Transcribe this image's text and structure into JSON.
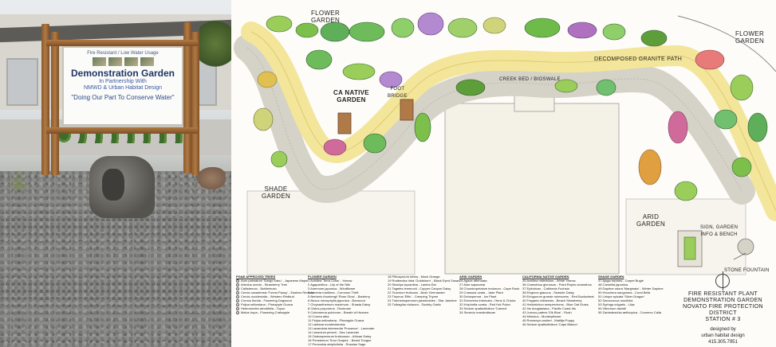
{
  "photo": {
    "sign": {
      "line1": "Fire Resistant / Low Water Usage",
      "title": "Demonstration Garden",
      "line3": "In Partnership With",
      "line4": "NMWD & Urban Habitat Design",
      "slogan": "\"Doing Our Part To Conserve Water\""
    }
  },
  "plan": {
    "labels": {
      "flower_garden_top": "FLOWER\nGARDEN",
      "flower_garden_right": "FLOWER\nGARDEN",
      "decomposed_granite": "DECOMPOSED GRANITE PATH",
      "creek_bed": "CREEK BED / BIOSWALE",
      "ca_native": "CA NATIVE\nGARDEN",
      "foot_bridge": "FOOT\nBRIDGE",
      "shade_garden": "SHADE\nGARDEN",
      "arid_garden": "ARID\nGARDEN",
      "sign_garden": "SIGN, GARDEN\nINFO & BENCH",
      "stone_fountain": "STONE FOUNTAIN"
    },
    "legend": [
      {
        "heading": "PG&E APPROVED TREES",
        "items": [
          "Acer palmatum 'Sango Kaku' - Japanese Maple",
          "Arbutus unedo - Strawberry Tree",
          "Callistemon - Bottlebrush",
          "Cercis canadensis 'Forest Pansy' - Eastern Redbud",
          "Cercis occidentalis - Western Redbud",
          "Cornus florida - Flowering Dogwood",
          "Feijoa sellowiana - Pineapple Guava",
          "Heteromeles arbutifolia - Toyon",
          "Malus hupa - Flowering Crabapple"
        ]
      },
      {
        "heading": "FLOWER GARDEN",
        "items": [
          "1 Achillea 'Terra Cotta' - Yarrow",
          "2 Agapanthus - Lily of the Nile",
          "3 Anemone japonica - Windflower",
          "4 Armeria maritima - Common Thrift",
          "5 Berberis thunbergii 'Rose Glow' - Barberry",
          "6 Buxus microphylla japonica - Boxwood",
          "7 Chrysanthemum maximum - Shasta Daisy",
          "8 Cistus purpureus - Rockrose",
          "9 Coleonema pulchrum - Breath of Heaven",
          "10 Correa alba",
          "11 Feijoa sellowiana - Pineapple Guava",
          "12 Lantana montevidensis",
          "13 Lavandula intermedia 'Provence' - Lavender",
          "14 Limonium perezii - Sea Lavender",
          "15 Osteospermum fruticosum - African Daisy",
          "16 Penstemon 'Sour Grapes' - Beard Tongue",
          "17 Perovskia atriplicifolia - Russian Sage"
        ]
      },
      {
        "heading": "",
        "items": [
          "18 Pittosporum tobira - Mock Orange",
          "19 Rudbeckia hirta 'Goldsturm' - Black Eyed Susan",
          "20 Stachys byzantina - Lambs Ear",
          "21 Tagetes lemmonii - Copper Canyon Daisy",
          "22 Teucrium fruticans - Bush Germander",
          "23 Thymus 'Elfin' - Creeping Thyme",
          "24 Trachelospermum jasminoides - Star Jasmine",
          "25 Tulbaghia violacea - Society Garlic"
        ]
      },
      {
        "heading": "ARID GARDEN",
        "items": [
          "26 Agave attenuata",
          "27 Aloe saponaria",
          "28 Chondropetalum tectorum - Cape Rush",
          "29 Crassula ovata - Jade Plant",
          "30 Delosperma - Ice Plant",
          "31 Echeveria imbricata - Hens & Chicks",
          "32 Kniphofia uvaria - Red Hot Poker",
          "33 Sedum spathulifolium 'Carnea'",
          "34 Senecio mandraliscae"
        ]
      },
      {
        "heading": "CALIFORNIA NATIVE GARDEN",
        "items": [
          "35 Achillea millefolium - White Yarrow",
          "36 Ceanothus gloriosus - Point Reyes ceanothus",
          "37 Epilobium - California Fuchsia",
          "38 Erigeron glaucus - Seaside Daisy",
          "39 Eriogonum grande rubescens - Red Buckwheat",
          "40 Fragaria chiloensis - Beach Strawberry",
          "41 Heliotrichon sempervirens - Blue Oat Grass",
          "42 Iris douglasiana - Pacific Coast Iris",
          "43 Juncus patens 'Elk Blue' - Rush",
          "44 Mimulus - Monkeyflower",
          "45 Romneya coulteri - Matilija Poppy",
          "46 Sedum spathulifolium 'Cape Blanco'"
        ]
      },
      {
        "heading": "SHADE GARDEN",
        "items": [
          "47 Ajuga reptans - Carpet Bugle",
          "48 Camellia japonica",
          "49 Daphne odora 'Marginata' - Winter Daphne",
          "50 Heuchera sanguinea - Coral Bells",
          "51 Liriope spicata 'Silver Dragon'",
          "52 Sarcococca ruscifolia",
          "53 Syringa vulgaris - Lilac",
          "54 Viburnum davidii",
          "55 Zantedeschia aethiopica - Common Calla"
        ]
      }
    ],
    "title_block": {
      "line1": "FIRE RESISTANT PLANT",
      "line2": "DEMONSTRATION GARDEN",
      "line3": "NOVATO FIRE PROTECTION DISTRICT",
      "line4": "STATION # 3",
      "designed_by": "designed by",
      "firm": "urban habitat design",
      "phone": "415.305.7951"
    }
  }
}
